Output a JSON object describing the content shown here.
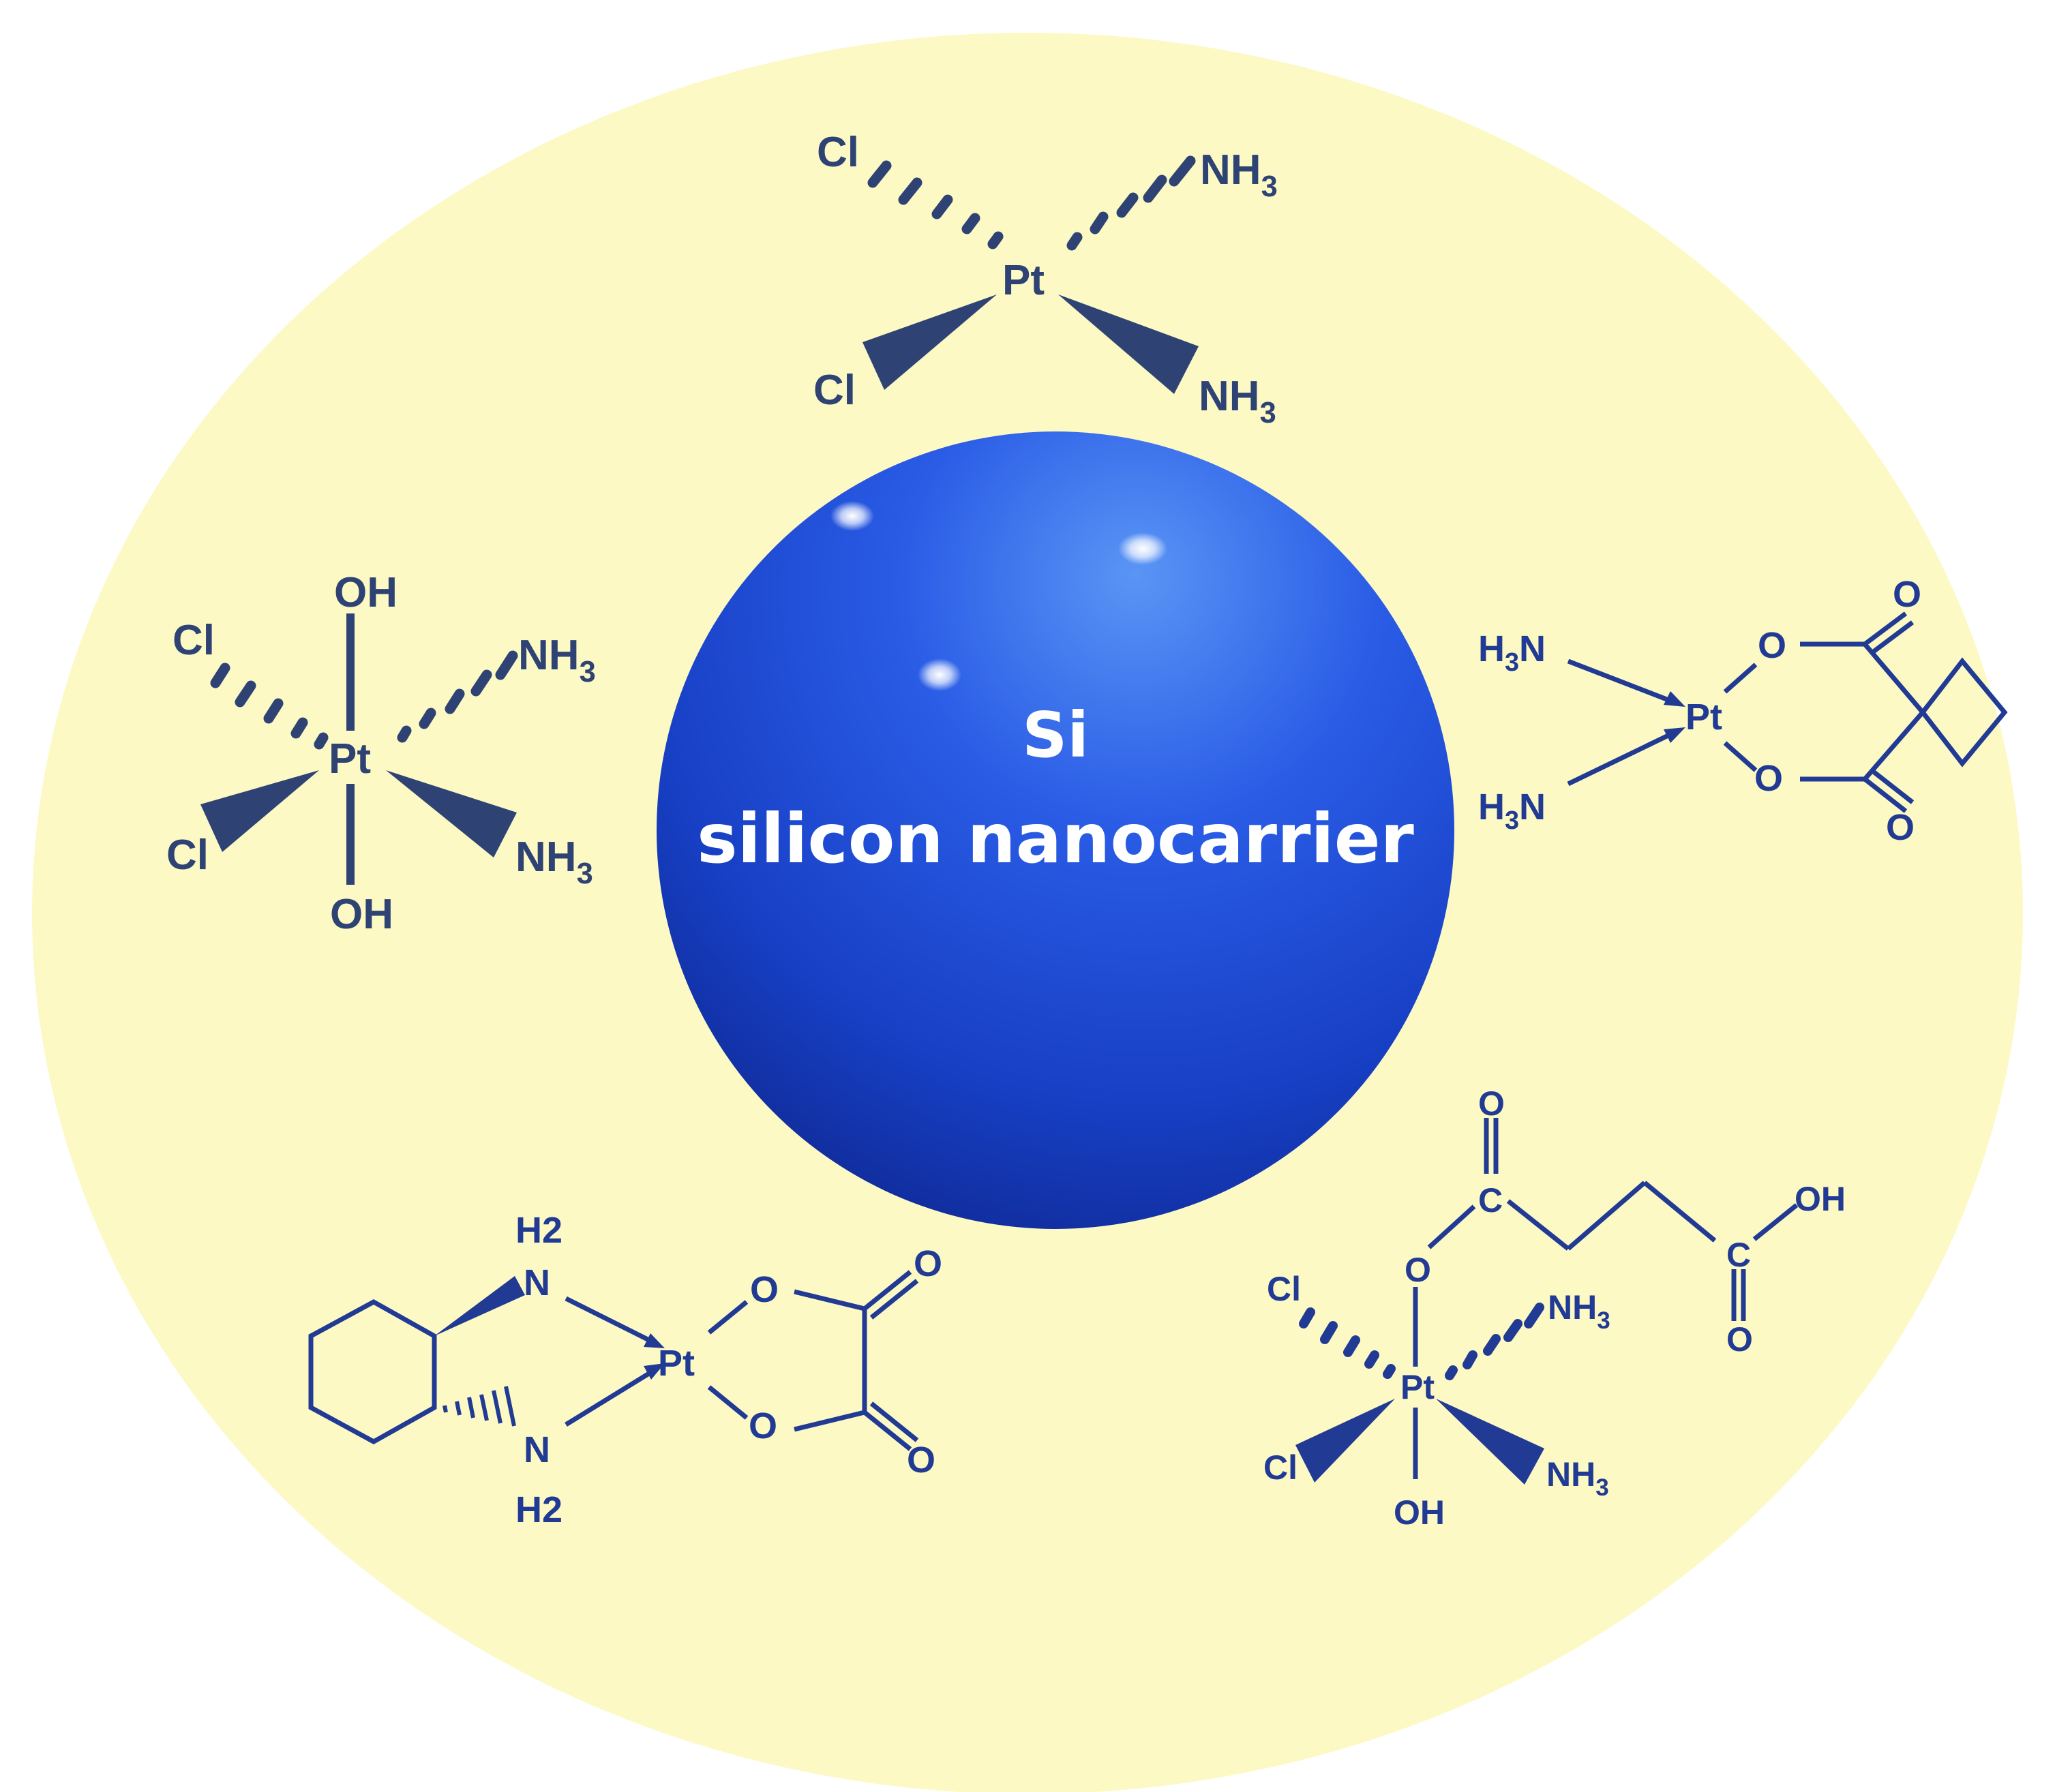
{
  "core": {
    "symbol": "Si",
    "label": "silicon nanocarrier"
  },
  "colors": {
    "background_ellipse": "#fcf9c4",
    "sphere_light": "#4a86f0",
    "sphere_mid": "#1c48d8",
    "sphere_dark": "#10279a",
    "bond_dark": "#2e4374",
    "bond_blue": "#213a93"
  },
  "compounds": {
    "cisplatin": {
      "metal": "Pt",
      "cl_dashed": "Cl",
      "cl_wedge": "Cl",
      "nh3_dashed": "NH",
      "nh3_dashed_sub": "3",
      "nh3_wedge": "NH",
      "nh3_wedge_sub": "3"
    },
    "pt_iv_dihydroxy": {
      "metal": "Pt",
      "oh_top": "OH",
      "oh_bottom": "OH",
      "cl_dashed": "Cl",
      "cl_wedge": "Cl",
      "nh3_dashed": "NH",
      "nh3_dashed_sub": "3",
      "nh3_wedge": "NH",
      "nh3_wedge_sub": "3"
    },
    "carboplatin": {
      "metal": "Pt",
      "h3n_top": "H",
      "h3n_top_sub": "3",
      "h3n_top_n": "N",
      "h3n_bottom": "H",
      "h3n_bottom_sub": "3",
      "h3n_bottom_n": "N",
      "o_ring_top": "O",
      "o_ring_bottom": "O",
      "o_keto_top": "O",
      "o_keto_bottom": "O"
    },
    "oxaliplatin": {
      "metal": "Pt",
      "h2_top": "H2",
      "n_top": "N",
      "h2_bottom": "H2",
      "n_bottom": "N",
      "o_ring_top": "O",
      "o_ring_bottom": "O",
      "o_keto_top": "O",
      "o_keto_bottom": "O"
    },
    "pt_iv_succinate": {
      "metal": "Pt",
      "o_axial": "O",
      "oh_axial": "OH",
      "c_ester": "C",
      "o_ester_keto": "O",
      "c_acid": "C",
      "o_acid_keto": "O",
      "oh_acid": "OH",
      "cl_dashed": "Cl",
      "cl_wedge": "Cl",
      "nh3_dashed": "NH",
      "nh3_dashed_sub": "3",
      "nh3_wedge": "NH",
      "nh3_wedge_sub": "3"
    }
  }
}
